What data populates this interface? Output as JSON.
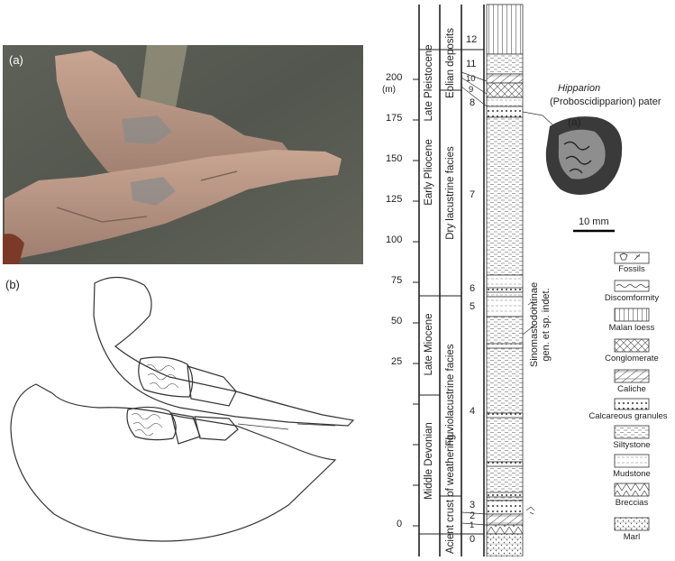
{
  "panel_a_photo_label": "(a)",
  "panel_b_label": "(b)",
  "height_axis": {
    "unit": "(m)",
    "ticks": [
      "200",
      "175",
      "150",
      "125",
      "100",
      "75",
      "50",
      "25",
      "0"
    ]
  },
  "epochs": [
    "Late Pleistocene",
    "Early Pliocene",
    "Late Miocene",
    "Middle Devonian"
  ],
  "facies": [
    "Eolian deposits",
    "Dry lacustrine facies",
    "Fluviolacustrine facies",
    "Acient crust of weathering"
  ],
  "layer_numbers": [
    "12",
    "11",
    "10",
    "9",
    "8",
    "7",
    "6",
    "5",
    "4",
    "3",
    "2",
    "1",
    "0"
  ],
  "fossil_labels": {
    "hipparion_line1": "Hipparion",
    "hipparion_line2": "(Proboscidipparion) pater",
    "sinomastodon_line1": "Sinomastodontinae",
    "sinomastodon_line2": "gen. et sp. indet."
  },
  "tooth_panel_label": "(a)",
  "scale_bar": "10 mm",
  "legend": [
    {
      "name": "fossils",
      "label": "Fossils"
    },
    {
      "name": "discomformity",
      "label": "Discomformity"
    },
    {
      "name": "malan-loess",
      "label": "Malan loess"
    },
    {
      "name": "conglomerate",
      "label": "Conglomerate"
    },
    {
      "name": "caliche",
      "label": "Caliche"
    },
    {
      "name": "calcareous-granules",
      "label": "Calcareous granules"
    },
    {
      "name": "siltystone",
      "label": "Siltystone"
    },
    {
      "name": "mudstone",
      "label": "Mudstone"
    },
    {
      "name": "breccias",
      "label": "Breccias"
    },
    {
      "name": "marl",
      "label": "Marl"
    }
  ]
}
